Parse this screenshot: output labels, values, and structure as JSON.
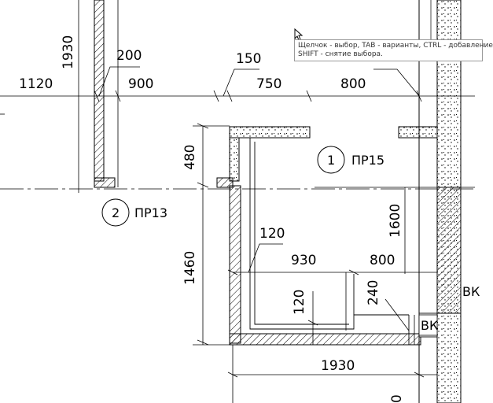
{
  "tooltip": {
    "line1": "Щелчок - выбор, TAB - варианты, CTRL - добавление",
    "line2": "SHIFT - снятие выбора."
  },
  "dimensions": {
    "d1930_top": "1930",
    "d200": "200",
    "d150": "150",
    "d1120": "1120",
    "d900": "900",
    "d750": "750",
    "d800_top": "800",
    "d480": "480",
    "d1600": "1600",
    "d1460": "1460",
    "d120_a": "120",
    "d930": "930",
    "d800_mid": "800",
    "d120_b": "120",
    "d240": "240",
    "d1930_bottom": "1930",
    "d0": "0"
  },
  "rooms": [
    {
      "number": "1",
      "name": "ПР15"
    },
    {
      "number": "2",
      "name": "ПР13"
    }
  ],
  "labels": {
    "vk1": "ВК",
    "vk2": "ВК"
  }
}
